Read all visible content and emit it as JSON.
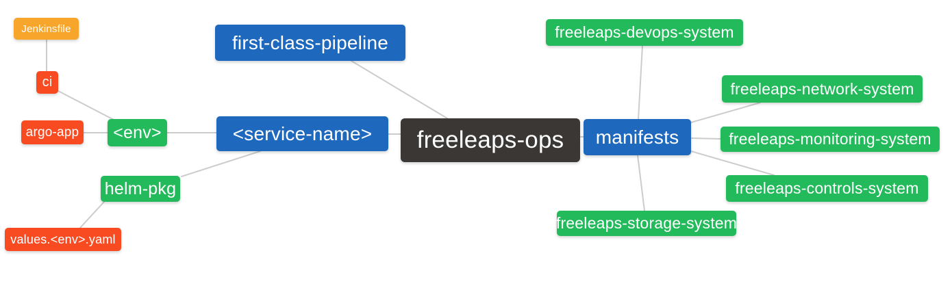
{
  "colors": {
    "blue": "#1e69be",
    "green": "#23ba5c",
    "orange": "#f8a52c",
    "red": "#f84b22",
    "dark": "#3a3735",
    "edge": "#cccccc",
    "text": "#ffffff"
  },
  "diagram": {
    "type": "mindmap",
    "root": "freeleaps-ops",
    "nodes": {
      "jenkinsfile": {
        "label": "Jenkinsfile",
        "color": "orange"
      },
      "ci": {
        "label": "ci",
        "color": "red"
      },
      "argo_app": {
        "label": "argo-app",
        "color": "red"
      },
      "env": {
        "label": "<env>",
        "color": "green"
      },
      "helm_pkg": {
        "label": "helm-pkg",
        "color": "green"
      },
      "values_env_yaml": {
        "label": "values.<env>.yaml",
        "color": "red"
      },
      "first_class_pipeline": {
        "label": "first-class-pipeline",
        "color": "blue"
      },
      "service_name": {
        "label": "<service-name>",
        "color": "blue"
      },
      "freeleaps_ops": {
        "label": "freeleaps-ops",
        "color": "dark"
      },
      "manifests": {
        "label": "manifests",
        "color": "blue"
      },
      "devops_system": {
        "label": "freeleaps-devops-system",
        "color": "green"
      },
      "network_system": {
        "label": "freeleaps-network-system",
        "color": "green"
      },
      "monitoring_system": {
        "label": "freeleaps-monitoring-system",
        "color": "green"
      },
      "controls_system": {
        "label": "freeleaps-controls-system",
        "color": "green"
      },
      "storage_system": {
        "label": "freeleaps-storage-system",
        "color": "green"
      }
    },
    "edges": [
      {
        "from": "Jenkinsfile",
        "to": "ci"
      },
      {
        "from": "ci",
        "to": "<env>"
      },
      {
        "from": "argo-app",
        "to": "<env>"
      },
      {
        "from": "<env>",
        "to": "<service-name>"
      },
      {
        "from": "helm-pkg",
        "to": "<service-name>"
      },
      {
        "from": "values.<env>.yaml",
        "to": "helm-pkg"
      },
      {
        "from": "first-class-pipeline",
        "to": "freeleaps-ops"
      },
      {
        "from": "<service-name>",
        "to": "freeleaps-ops"
      },
      {
        "from": "freeleaps-ops",
        "to": "manifests"
      },
      {
        "from": "manifests",
        "to": "freeleaps-devops-system"
      },
      {
        "from": "manifests",
        "to": "freeleaps-network-system"
      },
      {
        "from": "manifests",
        "to": "freeleaps-monitoring-system"
      },
      {
        "from": "manifests",
        "to": "freeleaps-controls-system"
      },
      {
        "from": "manifests",
        "to": "freeleaps-storage-system"
      }
    ]
  }
}
